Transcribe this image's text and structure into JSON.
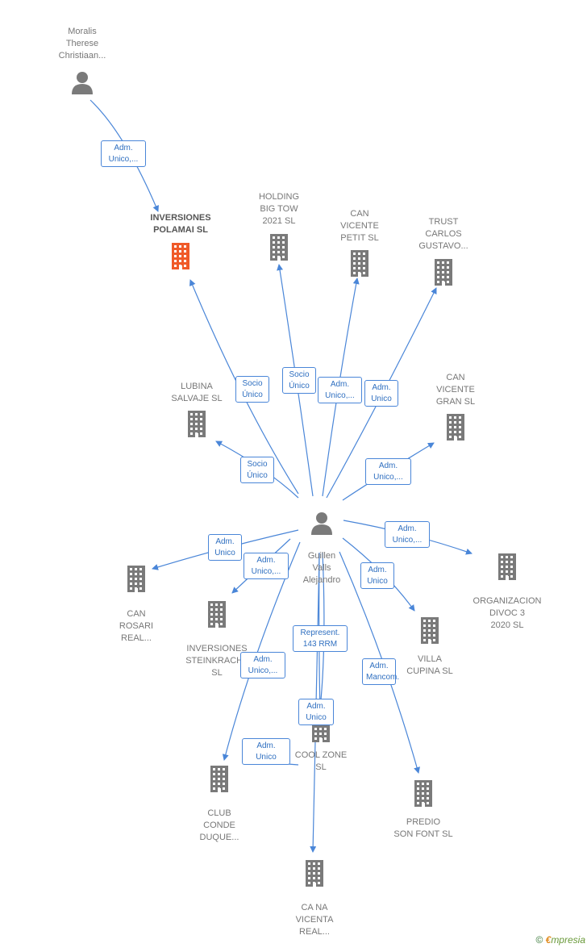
{
  "colors": {
    "edge": "#4a86d8",
    "node": "#7a7a7a",
    "focus": "#f05a28"
  },
  "nodes": [
    {
      "id": "moralis",
      "type": "person",
      "label": "Moralis\nTherese\nChristiaan..."
    },
    {
      "id": "polamai",
      "type": "company",
      "focus": true,
      "label": "INVERSIONES\nPOLAMAI  SL"
    },
    {
      "id": "holding",
      "type": "company",
      "label": "HOLDING\nBIG TOW\n2021  SL"
    },
    {
      "id": "petit",
      "type": "company",
      "label": "CAN\nVICENTE\nPETIT  SL"
    },
    {
      "id": "trust",
      "type": "company",
      "label": "TRUST\nCARLOS\nGUSTAVO..."
    },
    {
      "id": "lubina",
      "type": "company",
      "label": "LUBINA\nSALVAJE  SL"
    },
    {
      "id": "gran",
      "type": "company",
      "label": "CAN\nVICENTE\nGRAN  SL"
    },
    {
      "id": "guillen",
      "type": "person",
      "label": "Guillen\nValls\nAlejandro"
    },
    {
      "id": "rosari",
      "type": "company",
      "label": "CAN\nROSARI\nREAL..."
    },
    {
      "id": "steinkracht",
      "type": "company",
      "label": "INVERSIONES\nSTEINKRACHT\nSL"
    },
    {
      "id": "divoc",
      "type": "company",
      "label": "ORGANIZACION\nDIVOC 3\n2020  SL"
    },
    {
      "id": "cupina",
      "type": "company",
      "label": "VILLA\nCUPINA SL"
    },
    {
      "id": "coolzone",
      "type": "company",
      "label": "COOL ZONE\nSL"
    },
    {
      "id": "conde",
      "type": "company",
      "label": "CLUB\nCONDE\nDUQUE..."
    },
    {
      "id": "sonfont",
      "type": "company",
      "label": "PREDIO\nSON FONT  SL"
    },
    {
      "id": "vicenta",
      "type": "company",
      "label": "CA NA\nVICENTA\nREAL..."
    }
  ],
  "edges": [
    {
      "from": "moralis",
      "to": "polamai",
      "label": "Adm.\nUnico,..."
    },
    {
      "from": "guillen",
      "to": "polamai",
      "label": "Socio\nÚnico"
    },
    {
      "from": "guillen",
      "to": "holding",
      "label": "Socio\nÚnico"
    },
    {
      "from": "guillen",
      "to": "petit",
      "label": "Adm.\nUnico,..."
    },
    {
      "from": "guillen",
      "to": "trust",
      "label": "Adm.\nUnico"
    },
    {
      "from": "guillen",
      "to": "lubina",
      "label": "Socio\nÚnico"
    },
    {
      "from": "guillen",
      "to": "gran",
      "label": "Adm.\nUnico,..."
    },
    {
      "from": "guillen",
      "to": "divoc",
      "label": "Adm.\nUnico,..."
    },
    {
      "from": "guillen",
      "to": "rosari",
      "label": "Adm.\nUnico"
    },
    {
      "from": "guillen",
      "to": "steinkracht",
      "label": "Adm.\nUnico,..."
    },
    {
      "from": "guillen",
      "to": "cupina",
      "label": "Adm.\nUnico"
    },
    {
      "from": "guillen",
      "to": "coolzone",
      "label": "Represent.\n143 RRM"
    },
    {
      "from": "guillen",
      "to": "coolzone",
      "label": "Adm.\nUnico"
    },
    {
      "from": "guillen",
      "to": "conde",
      "label": "Adm.\nUnico,..."
    },
    {
      "from": "guillen",
      "to": "conde",
      "label": "Adm.\nMancom."
    },
    {
      "from": "guillen",
      "to": "sonfont",
      "label": "Adm.\nUnico"
    },
    {
      "from": "guillen",
      "to": "vicenta",
      "label": ""
    }
  ],
  "brand": {
    "copyright": "©",
    "e": "€",
    "rest": "mpresia"
  }
}
